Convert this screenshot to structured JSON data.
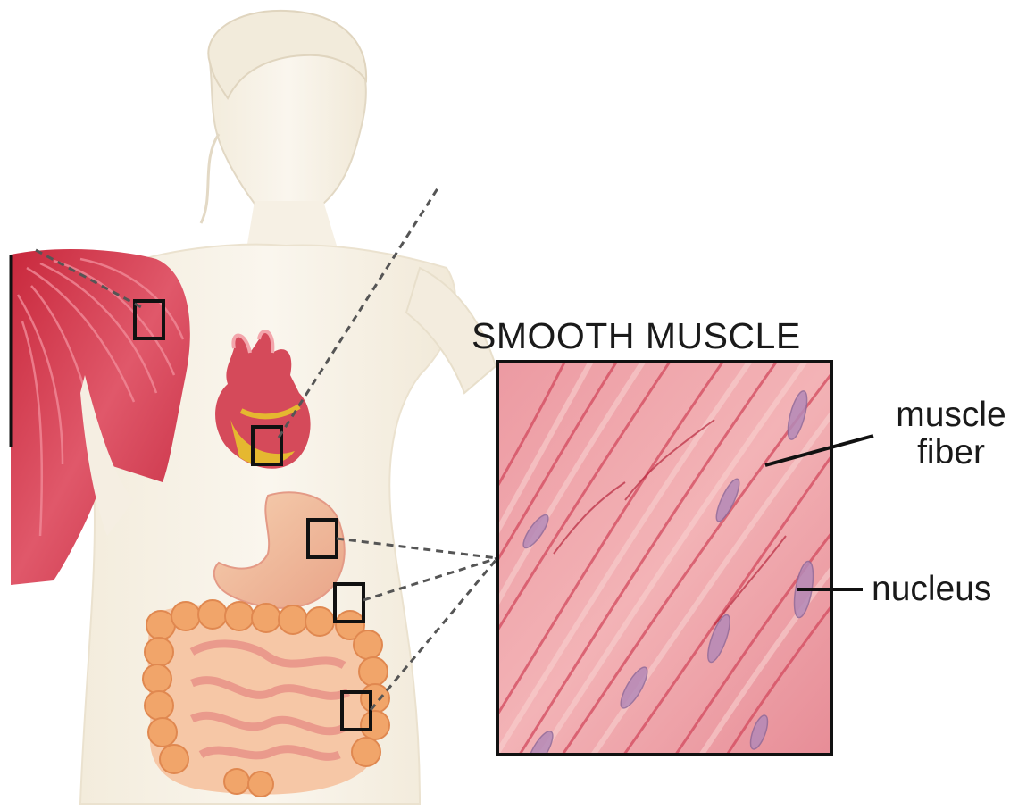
{
  "diagram": {
    "title": "SMOOTH MUSCLE",
    "labels": {
      "muscle_fiber_line1": "muscle",
      "muscle_fiber_line2": "fiber",
      "nucleus": "nucleus"
    },
    "colors": {
      "muscle_red": "#d8465a",
      "fiber_pink": "#ec9aa0",
      "nucleus_purple": "#a07ab0",
      "skin": "#f4eee2",
      "intestine_orange": "#f1a56a",
      "heart_yellow": "#e5b830",
      "outline": "#111111"
    }
  }
}
